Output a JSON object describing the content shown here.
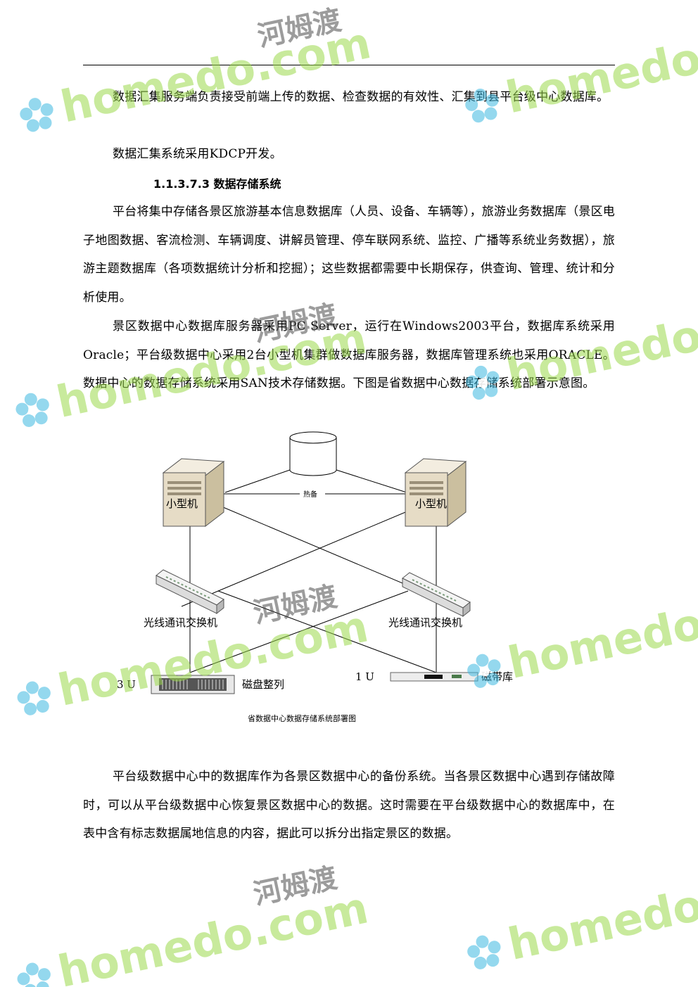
{
  "paragraphs": {
    "p1": "数据汇集服务端负责接受前端上传的数据、检查数据的有效性、汇集到县平台级中心数据库。",
    "p2": "数据汇集系统采用KDCP开发。",
    "heading": "1.1.3.7.3 数据存储系统",
    "p3": "平台将集中存储各景区旅游基本信息数据库（人员、设备、车辆等），旅游业务数据库（景区电子地图数据、客流检测、车辆调度、讲解员管理、停车联网系统、监控、广播等系统业务数据），旅游主题数据库（各项数据统计分析和挖掘）；这些数据都需要中长期保存，供查询、管理、统计和分析使用。",
    "p4": "景区数据中心数据库服务器采用PC Server，运行在Windows2003平台，数据库系统采用Oracle；平台级数据中心采用2台小型机集群做数据库服务器，数据库管理系统也采用ORACLE。数据中心的数据存储系统采用SAN技术存储数据。下图是省数据中心数据存储系统部署示意图。",
    "p5": "平台级数据中心中的数据库作为各景区数据中心的备份系统。当各景区数据中心遇到存储故障时，可以从平台级数据中心恢复景区数据中心的数据。这时需要在平台级数据中心的数据库中，在表中含有标志数据属地信息的内容，据此可以拆分出指定景区的数据。"
  },
  "diagram": {
    "server_left": "小型机",
    "server_right": "小型机",
    "heartbeat": "热备",
    "switch_left": "光线通讯交换机",
    "switch_right": "光线通讯交换机",
    "disk_array_size": "3 U",
    "disk_array": "磁盘整列",
    "tape_size": "1 U",
    "tape_library": "磁带库",
    "caption": "省数据中心数据存储系统部署图"
  },
  "watermark": {
    "text": "homedo.com",
    "brand": "河姆渡",
    "color": "#9bd84a"
  }
}
